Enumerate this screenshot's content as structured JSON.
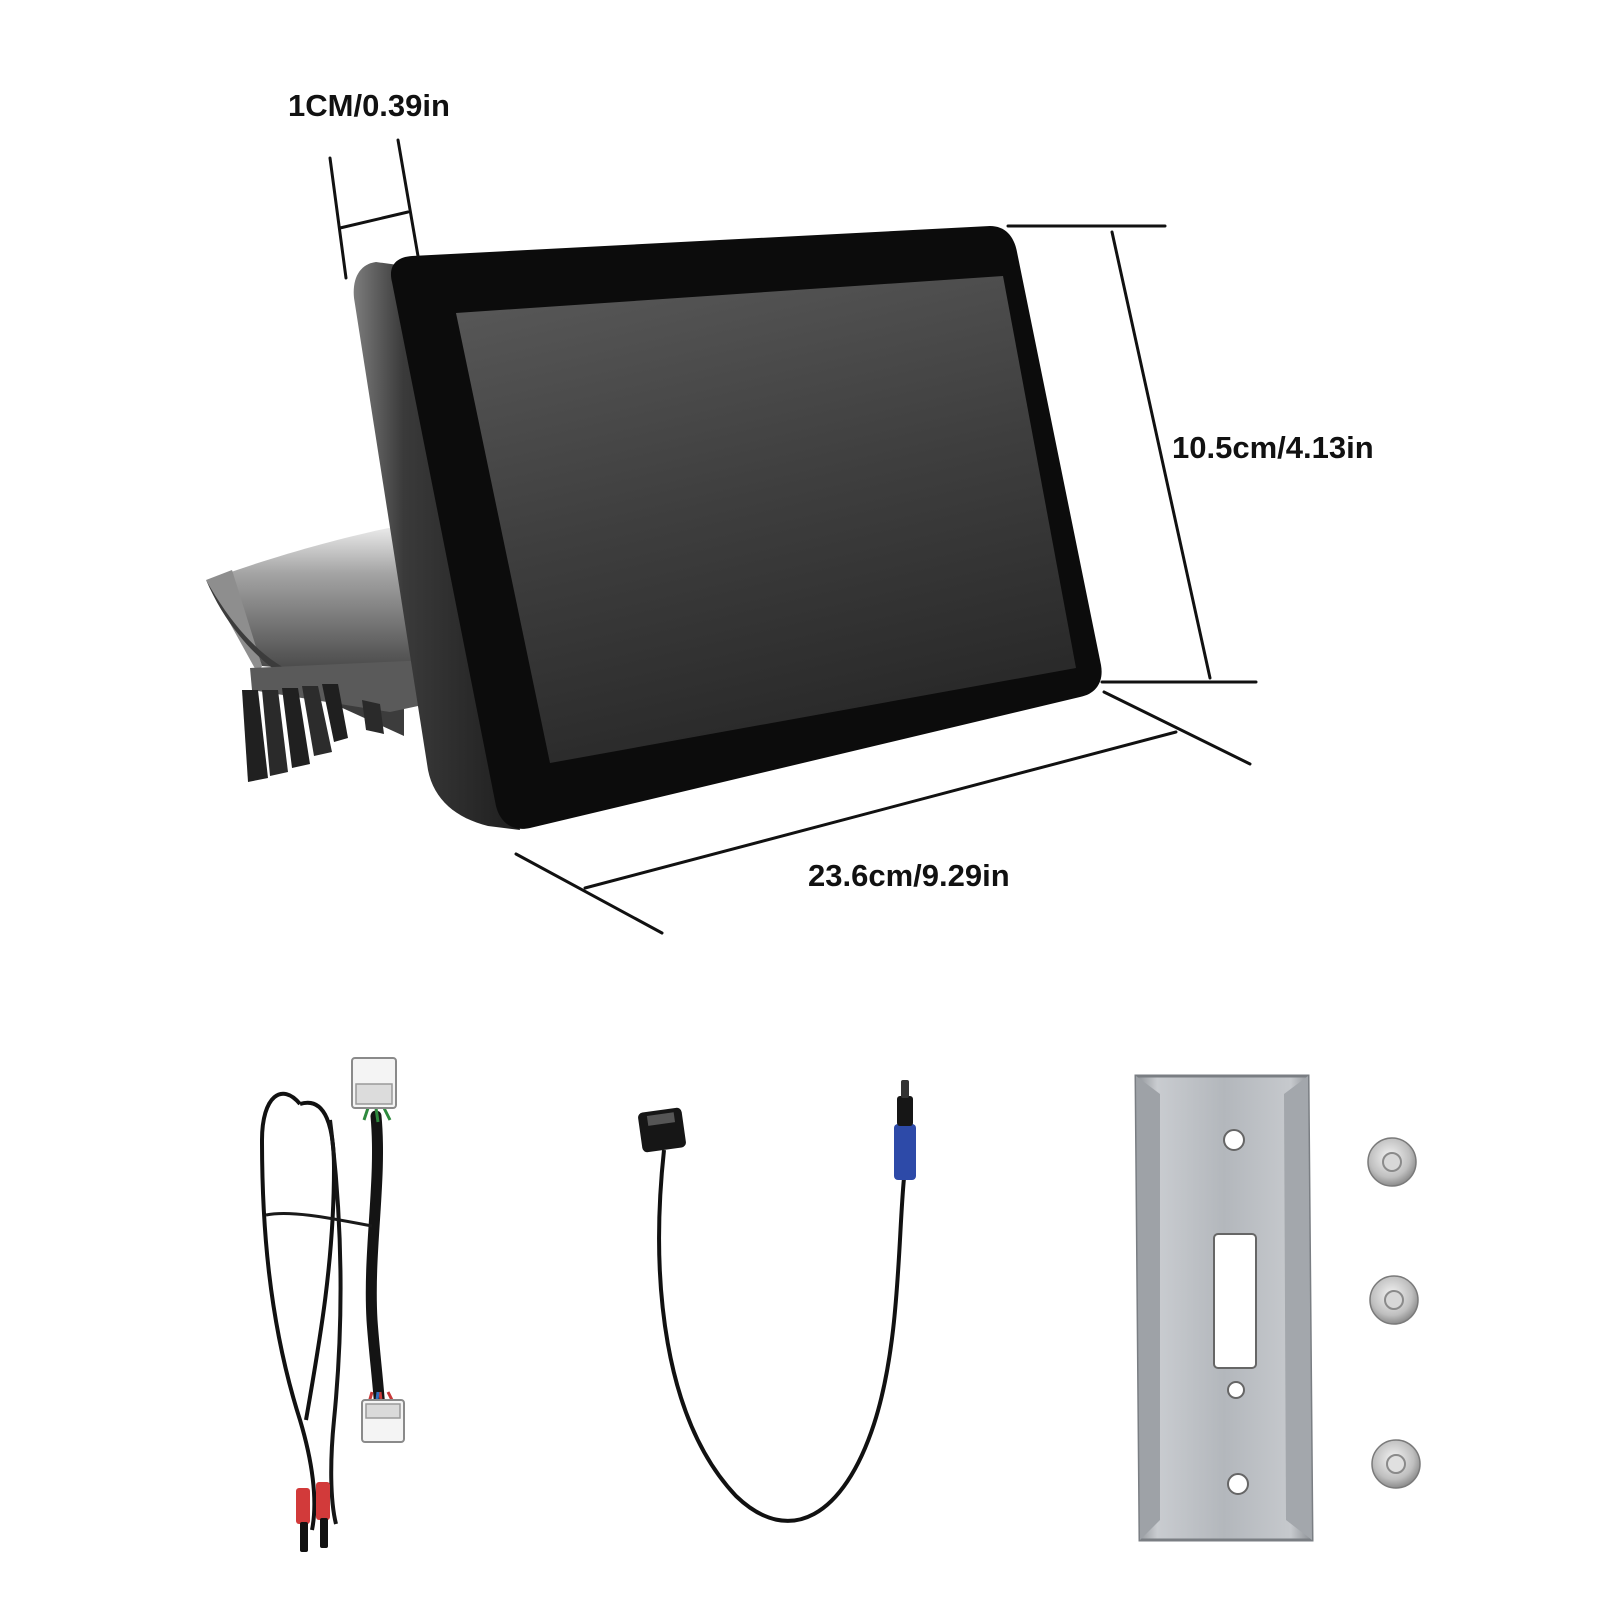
{
  "dimensions": {
    "thickness": "1CM/0.39in",
    "height": "10.5cm/4.13in",
    "width": "23.6cm/9.29in"
  },
  "colors": {
    "background": "#ffffff",
    "line": "#111111",
    "bezel": "#0c0c0c",
    "screen": "#404040",
    "bracket": "#b4b8bd",
    "wire_red": "#d23a3a",
    "usb_blue": "#2d4aa8"
  }
}
